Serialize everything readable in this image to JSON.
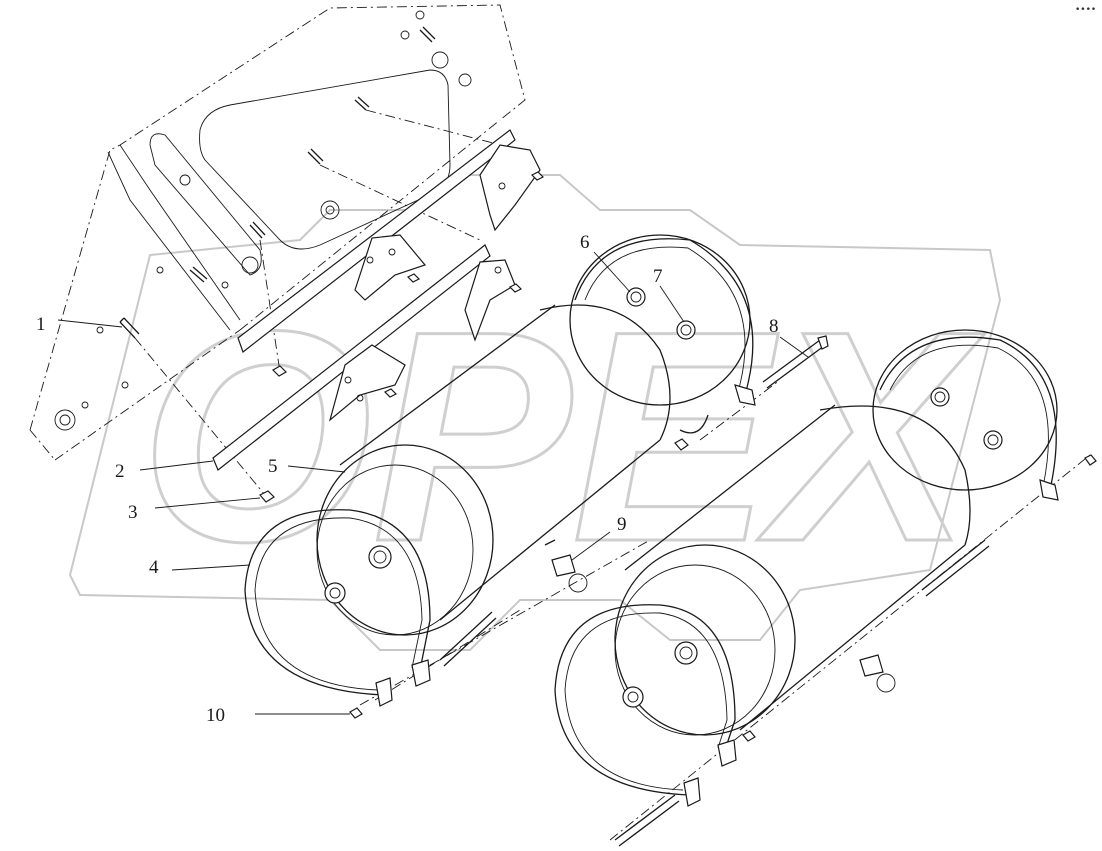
{
  "watermark": "OPEX",
  "corner_mark": "••••",
  "callouts": [
    {
      "label": "1"
    },
    {
      "label": "2"
    },
    {
      "label": "3"
    },
    {
      "label": "4"
    },
    {
      "label": "5"
    },
    {
      "label": "6"
    },
    {
      "label": "7"
    },
    {
      "label": "8"
    },
    {
      "label": "9"
    },
    {
      "label": "10"
    }
  ]
}
